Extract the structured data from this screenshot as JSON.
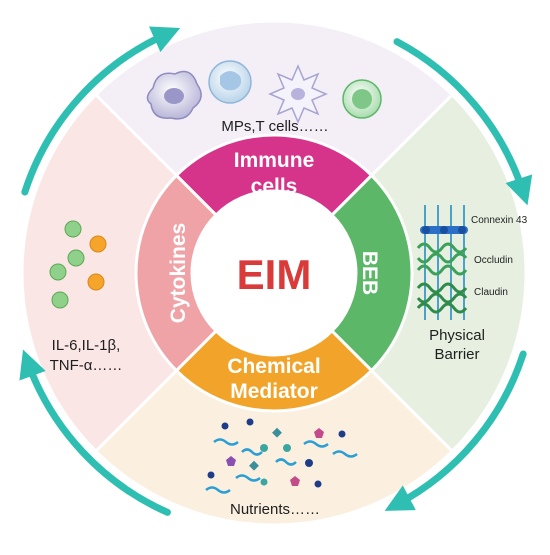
{
  "center": {
    "label": "EIM",
    "color": "#d93a3a"
  },
  "ring": {
    "top": {
      "label_line1": "Immune",
      "label_line2": "cells",
      "color": "#d6338a"
    },
    "right": {
      "label": "BEB",
      "color": "#5cb868"
    },
    "bottom": {
      "label_line1": "Chemical",
      "label_line2": "Mediator",
      "color": "#f2a42a"
    },
    "left": {
      "label": "Cytokines",
      "color": "#f0a3a6"
    }
  },
  "outer": {
    "top": {
      "caption": "MPs,T cells……",
      "color": "#f4eef6"
    },
    "right": {
      "caption_line1": "Physical",
      "caption_line2": "Barrier",
      "color": "#e6efe0",
      "labels": [
        "Connexin 43",
        "Occludin",
        "Claudin"
      ]
    },
    "bottom": {
      "caption": "Nutrients……",
      "color": "#fbefe0"
    },
    "left": {
      "caption_line1": "IL-6,IL-1β,",
      "caption_line2": "TNF-α……",
      "color": "#fbe6e6"
    }
  },
  "arrow_color": "#2fbfb2",
  "icons": [
    "immune-cell-icons",
    "cytokine-dots-icon",
    "tight-junction-icon",
    "nutrient-particles-icon"
  ]
}
